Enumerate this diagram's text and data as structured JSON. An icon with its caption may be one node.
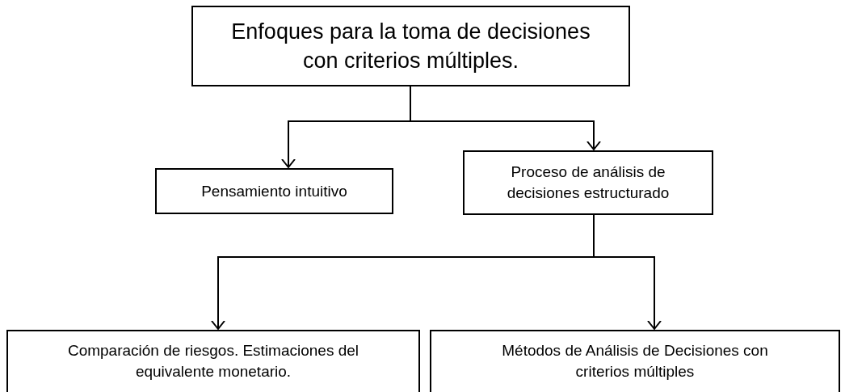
{
  "diagram": {
    "nodes": [
      {
        "text": [
          "Enfoques para la toma de decisiones con criterios múltiples."
        ]
      },
      {
        "text": [
          "Pensamiento intuitivo"
        ]
      },
      {
        "text": [
          "Proceso de análisis de decisiones estructurado"
        ]
      },
      {
        "text": [
          "Comparación de riesgos. Estimaciones del equivalente monetario."
        ]
      },
      {
        "text": [
          "Métodos de Análisis de Decisiones con criterios múltiples"
        ]
      }
    ],
    "edges": [
      {
        "from": 0,
        "to": 1,
        "arrow": "to"
      },
      {
        "from": 0,
        "to": 2,
        "arrow": "to"
      },
      {
        "from": 2,
        "to": 3,
        "arrow": "to"
      },
      {
        "from": 2,
        "to": 4,
        "arrow": "to"
      }
    ]
  }
}
